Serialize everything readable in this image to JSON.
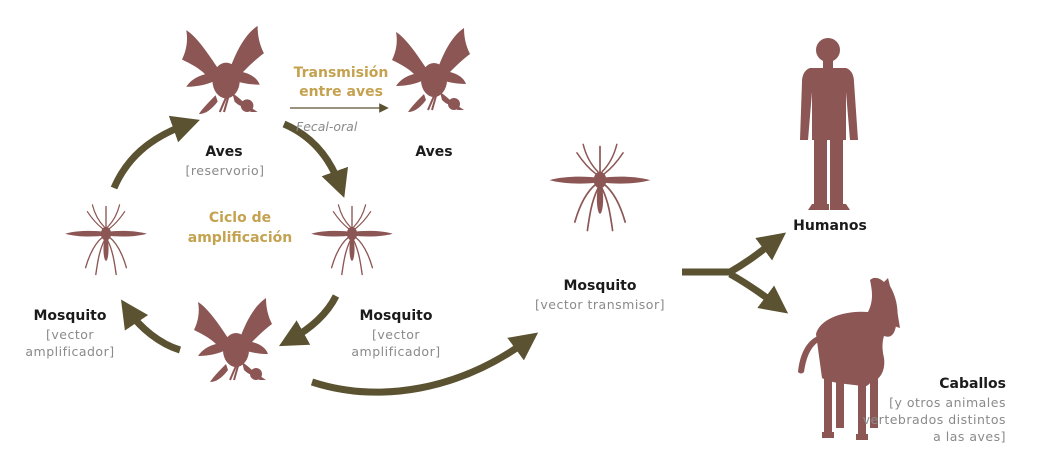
{
  "colors": {
    "silhouette": "#8b5654",
    "arrow": "#5a5231",
    "accent_text": "#c4a24f",
    "sub_text": "#8a8a8a",
    "label_text": "#1b1b1b"
  },
  "icons": [
    "bird-icon",
    "mosquito-icon",
    "human-icon",
    "horse-icon"
  ],
  "labels": {
    "aves_main": "Aves",
    "aves_main_sub": "[reservorio]",
    "aves_right": "Aves",
    "transmision_line1": "Transmisión",
    "transmision_line2": "entre aves",
    "fecal_oral": "Fecal-oral",
    "ciclo_line1": "Ciclo de",
    "ciclo_line2": "amplificación",
    "mosquito_left": "Mosquito",
    "mosquito_left_sub1": "[vector",
    "mosquito_left_sub2": "amplificador]",
    "mosquito_right": "Mosquito",
    "mosquito_right_sub1": "[vector",
    "mosquito_right_sub2": "amplificador]",
    "mosquito_center": "Mosquito",
    "mosquito_center_sub": "[vector transmisor]",
    "humanos": "Humanos",
    "caballos": "Caballos",
    "caballos_sub1": "[y otros animales",
    "caballos_sub2": "vertebrados distintos",
    "caballos_sub3": "a las aves]"
  }
}
